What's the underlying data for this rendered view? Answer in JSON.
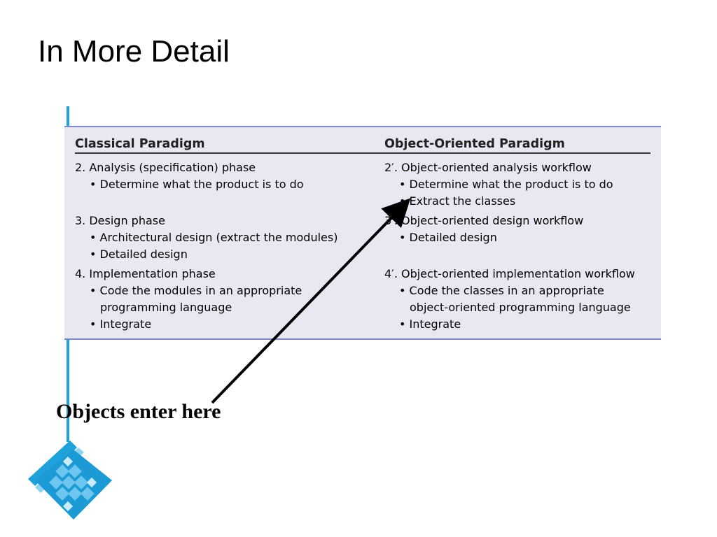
{
  "slide": {
    "title": "In More Detail"
  },
  "table": {
    "left_header": "Classical Paradigm",
    "right_header": "Object-Oriented Paradigm",
    "left": [
      {
        "text": "2. Analysis (specification) phase",
        "level": 0
      },
      {
        "text": "Determine what the product is to do",
        "level": 1
      },
      {
        "text": "3. Design phase",
        "level": 0
      },
      {
        "text": "Architectural design (extract the modules)",
        "level": 1
      },
      {
        "text": "Detailed design",
        "level": 1
      },
      {
        "text": "4. Implementation phase",
        "level": 0
      },
      {
        "text": "Code the modules in an appropriate",
        "level": 1
      },
      {
        "text": "programming language",
        "level": 2
      },
      {
        "text": "Integrate",
        "level": 1
      }
    ],
    "right": [
      {
        "text": "2′. Object-oriented analysis workflow",
        "level": 0
      },
      {
        "text": "Determine what the product is to do",
        "level": 1
      },
      {
        "text": "Extract the classes",
        "level": 1
      },
      {
        "text": "3′. Object-oriented design workflow",
        "level": 0
      },
      {
        "text": "Detailed design",
        "level": 1
      },
      {
        "text": "4′. Object-oriented implementation workflow",
        "level": 0
      },
      {
        "text": "Code the classes in an appropriate",
        "level": 1
      },
      {
        "text": "object-oriented programming language",
        "level": 2
      },
      {
        "text": "Integrate",
        "level": 1
      }
    ]
  },
  "annotation": {
    "label": "Objects enter here"
  },
  "colors": {
    "accent": "#1fa2dc",
    "panel": "#e8e8f3",
    "rule": "#7d88c8"
  }
}
